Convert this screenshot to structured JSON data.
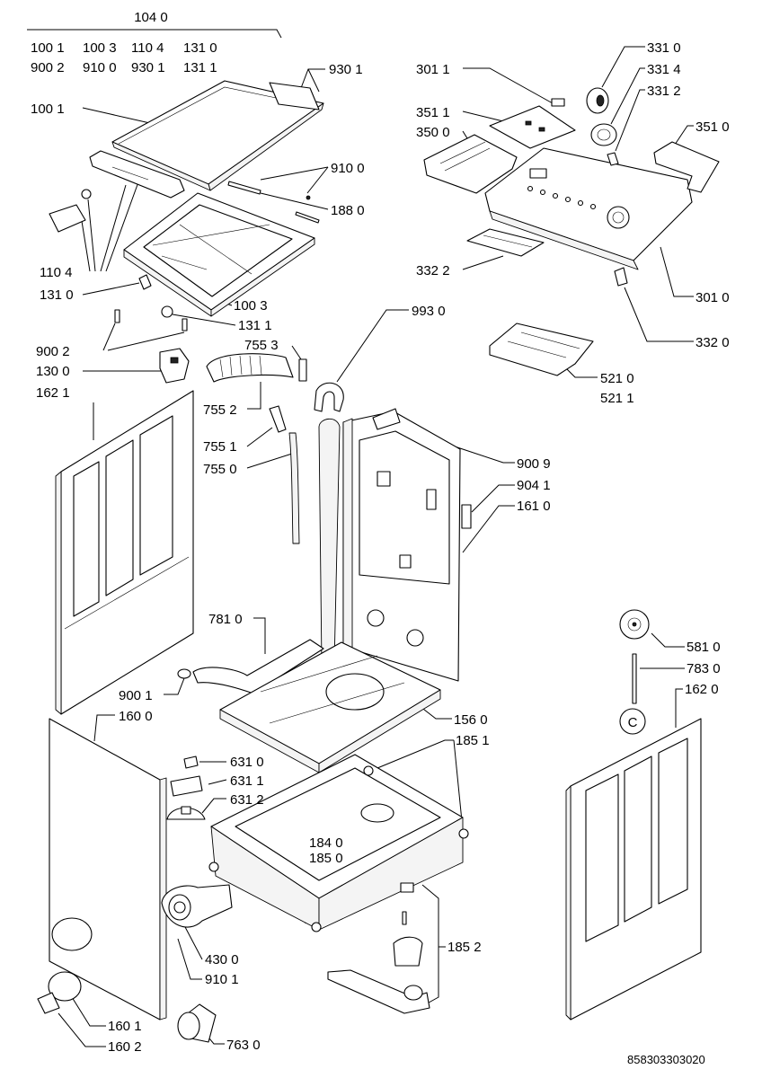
{
  "labels": {
    "l1040": "104 0",
    "l1001a": "100 1",
    "l1003a": "100 3",
    "l1104a": "110 4",
    "l1310a": "131 0",
    "l9002a": "900 2",
    "l9100a": "910 0",
    "l9301a": "930 1",
    "l1311a": "131 1",
    "l9301": "930 1",
    "l1001": "100 1",
    "l9100": "910 0",
    "l1880": "188 0",
    "l1104": "110 4",
    "l1310": "131 0",
    "l1003": "100 3",
    "l1311": "131 1",
    "l7553": "755 3",
    "l9002": "900 2",
    "l1300": "130 0",
    "l1621": "162 1",
    "l7552": "755 2",
    "l7551": "755 1",
    "l7550": "755 0",
    "l3011": "301 1",
    "l3511": "351 1",
    "l3500": "350 0",
    "l3310": "331 0",
    "l3314": "331 4",
    "l3312": "331 2",
    "l3510": "351 0",
    "l3322": "332 2",
    "l3010": "301 0",
    "l3320": "332 0",
    "l9930": "993 0",
    "l5210": "521 0",
    "l5211": "521 1",
    "l9009": "900 9",
    "l9041": "904 1",
    "l1610": "161 0",
    "l7810": "781 0",
    "l9001": "900 1",
    "l1600": "160 0",
    "l5810": "581 0",
    "l7830": "783 0",
    "l1620": "162 0",
    "l1560": "156 0",
    "l1851": "185 1",
    "l6310": "631 0",
    "l6311": "631 1",
    "l6312": "631 2",
    "l1840": "184 0",
    "l1850": "185 0",
    "l4300": "430 0",
    "l9101": "910 1",
    "l1852": "185 2",
    "l1601": "160 1",
    "l1602": "160 2",
    "l7630": "763 0"
  },
  "circle_mark": "C",
  "document_number": "858303303020"
}
